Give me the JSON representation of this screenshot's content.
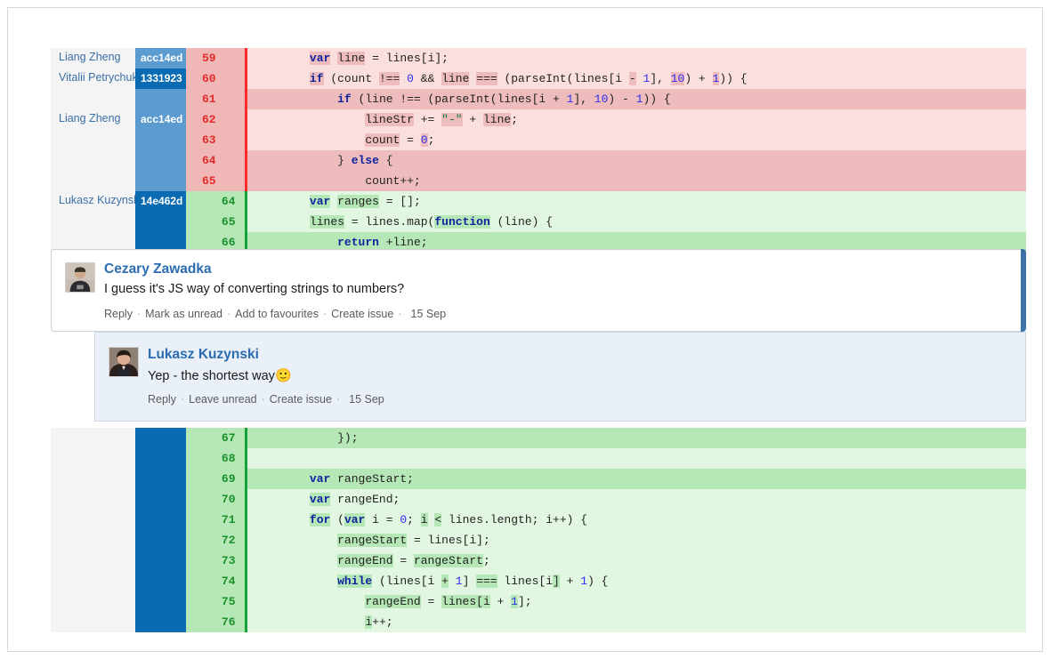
{
  "diff_top": {
    "rows": [
      {
        "author": "Liang Zheng",
        "commit": "acc14ed",
        "commit_shade": "blue-light",
        "num": "59",
        "kind": "del",
        "tokens": [
          {
            "t": "        ",
            "c": "pl"
          },
          {
            "t": "var",
            "c": "kw",
            "h": "hd"
          },
          {
            "t": " ",
            "c": "pl"
          },
          {
            "t": "line",
            "c": "pl",
            "h": "hd"
          },
          {
            "t": " = lines[i];",
            "c": "pl"
          }
        ]
      },
      {
        "author": "Vitalii Petrychuk",
        "commit": "1331923",
        "commit_shade": "blue-dark",
        "num": "60",
        "kind": "del",
        "tokens": [
          {
            "t": "        ",
            "c": "pl"
          },
          {
            "t": "if",
            "c": "kw",
            "h": "hd"
          },
          {
            "t": " (count ",
            "c": "pl"
          },
          {
            "t": "!==",
            "c": "pl",
            "h": "hd"
          },
          {
            "t": " ",
            "c": "pl"
          },
          {
            "t": "0",
            "c": "num"
          },
          {
            "t": " && ",
            "c": "pl"
          },
          {
            "t": "line",
            "c": "pl",
            "h": "hd"
          },
          {
            "t": " ",
            "c": "pl"
          },
          {
            "t": "===",
            "c": "pl",
            "h": "hd"
          },
          {
            "t": " (parseInt(lines[i ",
            "c": "pl"
          },
          {
            "t": "-",
            "c": "pl",
            "h": "hd"
          },
          {
            "t": " ",
            "c": "pl"
          },
          {
            "t": "1",
            "c": "num"
          },
          {
            "t": "], ",
            "c": "pl"
          },
          {
            "t": "10",
            "c": "num",
            "h": "hd"
          },
          {
            "t": ") + ",
            "c": "pl"
          },
          {
            "t": "1",
            "c": "num",
            "h": "hd"
          },
          {
            "t": ")) {",
            "c": "pl"
          }
        ]
      },
      {
        "author": "",
        "commit": "",
        "commit_shade": "blue-light",
        "num": "61",
        "kind": "del",
        "full_highlight": true,
        "tokens": [
          {
            "t": "            ",
            "c": "pl"
          },
          {
            "t": "if",
            "c": "kw"
          },
          {
            "t": " (line ",
            "c": "pl"
          },
          {
            "t": "!==",
            "c": "pl"
          },
          {
            "t": " (parseInt(lines[i + ",
            "c": "pl"
          },
          {
            "t": "1",
            "c": "num"
          },
          {
            "t": "], ",
            "c": "pl"
          },
          {
            "t": "10",
            "c": "num"
          },
          {
            "t": ") ",
            "c": "pl"
          },
          {
            "t": "-",
            "c": "pl"
          },
          {
            "t": " ",
            "c": "pl"
          },
          {
            "t": "1",
            "c": "num"
          },
          {
            "t": ")) {",
            "c": "pl"
          }
        ]
      },
      {
        "author": "Liang Zheng",
        "commit": "acc14ed",
        "commit_shade": "blue-light",
        "num": "62",
        "kind": "del",
        "tokens": [
          {
            "t": "                ",
            "c": "pl"
          },
          {
            "t": "lineStr",
            "c": "pl",
            "h": "hd"
          },
          {
            "t": " += ",
            "c": "pl"
          },
          {
            "t": "\"-\"",
            "c": "str",
            "h": "hd"
          },
          {
            "t": " + ",
            "c": "pl"
          },
          {
            "t": "line",
            "c": "pl",
            "h": "hd"
          },
          {
            "t": ";",
            "c": "pl"
          }
        ]
      },
      {
        "author": "",
        "commit": "",
        "commit_shade": "blue-light",
        "num": "63",
        "kind": "del",
        "tokens": [
          {
            "t": "                ",
            "c": "pl"
          },
          {
            "t": "count",
            "c": "pl",
            "h": "hd"
          },
          {
            "t": " = ",
            "c": "pl"
          },
          {
            "t": "0",
            "c": "num",
            "h": "hd"
          },
          {
            "t": ";",
            "c": "pl"
          }
        ]
      },
      {
        "author": "",
        "commit": "",
        "commit_shade": "blue-light",
        "num": "64",
        "kind": "del",
        "full_highlight": true,
        "tokens": [
          {
            "t": "            } ",
            "c": "pl"
          },
          {
            "t": "else",
            "c": "kw"
          },
          {
            "t": " {",
            "c": "pl"
          }
        ]
      },
      {
        "author": "",
        "commit": "",
        "commit_shade": "blue-light",
        "num": "65",
        "kind": "del",
        "full_highlight": true,
        "tokens": [
          {
            "t": "                count++;",
            "c": "pl"
          }
        ]
      },
      {
        "author": "Lukasz Kuzynski",
        "commit": "14e462d",
        "commit_shade": "blue-dark",
        "num": "64",
        "kind": "add",
        "tokens": [
          {
            "t": "        ",
            "c": "pl"
          },
          {
            "t": "var",
            "c": "kw",
            "h": "ha"
          },
          {
            "t": " ",
            "c": "pl"
          },
          {
            "t": "ranges",
            "c": "pl",
            "h": "ha"
          },
          {
            "t": " = [];",
            "c": "pl"
          }
        ]
      },
      {
        "author": "",
        "commit": "",
        "commit_shade": "blue-dark",
        "num": "65",
        "kind": "add",
        "tokens": [
          {
            "t": "        ",
            "c": "pl"
          },
          {
            "t": "lines",
            "c": "pl",
            "h": "ha"
          },
          {
            "t": " = lines.map(",
            "c": "pl"
          },
          {
            "t": "function",
            "c": "kw",
            "h": "ha"
          },
          {
            "t": " (line) {",
            "c": "pl"
          }
        ]
      },
      {
        "author": "",
        "commit": "",
        "commit_shade": "blue-dark",
        "num": "66",
        "kind": "add",
        "full_highlight": true,
        "tokens": [
          {
            "t": "            ",
            "c": "pl"
          },
          {
            "t": "return",
            "c": "kw"
          },
          {
            "t": " +line;",
            "c": "pl"
          }
        ]
      }
    ]
  },
  "comments": [
    {
      "name": "Cezary Zawadka",
      "text": "I guess it's JS way of converting strings to numbers?",
      "actions": [
        "Reply",
        "Mark as unread",
        "Add to favourites",
        "Create issue"
      ],
      "date": "15 Sep",
      "unread": true
    },
    {
      "name": "Lukasz Kuzynski",
      "text": "Yep - the shortest way",
      "emoji": "🙂",
      "actions": [
        "Reply",
        "Leave unread",
        "Create issue"
      ],
      "date": "15 Sep",
      "unread": false
    }
  ],
  "diff_bottom": {
    "rows": [
      {
        "author": "",
        "commit": "",
        "commit_shade": "blue-dark",
        "num": "67",
        "kind": "add",
        "full_highlight": true,
        "tokens": [
          {
            "t": "            });",
            "c": "pl"
          }
        ]
      },
      {
        "author": "",
        "commit": "",
        "commit_shade": "blue-dark",
        "num": "68",
        "kind": "add",
        "tokens": [
          {
            "t": "",
            "c": "pl"
          }
        ]
      },
      {
        "author": "",
        "commit": "",
        "commit_shade": "blue-dark",
        "num": "69",
        "kind": "add",
        "full_highlight": true,
        "tokens": [
          {
            "t": "        ",
            "c": "pl"
          },
          {
            "t": "var",
            "c": "kw"
          },
          {
            "t": " rangeStart;",
            "c": "pl"
          }
        ]
      },
      {
        "author": "",
        "commit": "",
        "commit_shade": "blue-dark",
        "num": "70",
        "kind": "add",
        "tokens": [
          {
            "t": "        ",
            "c": "pl"
          },
          {
            "t": "var",
            "c": "kw",
            "h": "ha"
          },
          {
            "t": " rangeEnd;",
            "c": "pl"
          }
        ]
      },
      {
        "author": "",
        "commit": "",
        "commit_shade": "blue-dark",
        "num": "71",
        "kind": "add",
        "tokens": [
          {
            "t": "        ",
            "c": "pl"
          },
          {
            "t": "for",
            "c": "kw",
            "h": "ha"
          },
          {
            "t": " (",
            "c": "pl"
          },
          {
            "t": "var",
            "c": "kw",
            "h": "ha"
          },
          {
            "t": " i = ",
            "c": "pl"
          },
          {
            "t": "0",
            "c": "num"
          },
          {
            "t": "; ",
            "c": "pl"
          },
          {
            "t": "i",
            "c": "pl",
            "h": "ha"
          },
          {
            "t": " ",
            "c": "pl"
          },
          {
            "t": "<",
            "c": "pl",
            "h": "ha"
          },
          {
            "t": " lines.length; i++) {",
            "c": "pl"
          }
        ]
      },
      {
        "author": "",
        "commit": "",
        "commit_shade": "blue-dark",
        "num": "72",
        "kind": "add",
        "tokens": [
          {
            "t": "            ",
            "c": "pl"
          },
          {
            "t": "rangeStart",
            "c": "pl",
            "h": "ha"
          },
          {
            "t": " = lines[i];",
            "c": "pl"
          }
        ]
      },
      {
        "author": "",
        "commit": "",
        "commit_shade": "blue-dark",
        "num": "73",
        "kind": "add",
        "tokens": [
          {
            "t": "            ",
            "c": "pl"
          },
          {
            "t": "rangeEnd",
            "c": "pl",
            "h": "ha"
          },
          {
            "t": " = ",
            "c": "pl"
          },
          {
            "t": "rangeStart",
            "c": "pl",
            "h": "ha"
          },
          {
            "t": ";",
            "c": "pl"
          }
        ]
      },
      {
        "author": "",
        "commit": "",
        "commit_shade": "blue-dark",
        "num": "74",
        "kind": "add",
        "tokens": [
          {
            "t": "            ",
            "c": "pl"
          },
          {
            "t": "while",
            "c": "kw",
            "h": "ha"
          },
          {
            "t": " (lines[i ",
            "c": "pl"
          },
          {
            "t": "+",
            "c": "pl",
            "h": "ha"
          },
          {
            "t": " ",
            "c": "pl"
          },
          {
            "t": "1",
            "c": "num"
          },
          {
            "t": "] ",
            "c": "pl"
          },
          {
            "t": "===",
            "c": "pl",
            "h": "ha"
          },
          {
            "t": " lines[i",
            "c": "pl"
          },
          {
            "t": "]",
            "c": "pl",
            "h": "ha"
          },
          {
            "t": " + ",
            "c": "pl"
          },
          {
            "t": "1",
            "c": "num"
          },
          {
            "t": ") {",
            "c": "pl"
          }
        ]
      },
      {
        "author": "",
        "commit": "",
        "commit_shade": "blue-dark",
        "num": "75",
        "kind": "add",
        "tokens": [
          {
            "t": "                ",
            "c": "pl"
          },
          {
            "t": "rangeEnd",
            "c": "pl",
            "h": "ha"
          },
          {
            "t": " = ",
            "c": "pl"
          },
          {
            "t": "lines[i",
            "c": "pl",
            "h": "ha"
          },
          {
            "t": " + ",
            "c": "pl"
          },
          {
            "t": "1",
            "c": "num",
            "h": "ha"
          },
          {
            "t": "];",
            "c": "pl"
          }
        ]
      },
      {
        "author": "",
        "commit": "",
        "commit_shade": "blue-dark",
        "num": "76",
        "kind": "add",
        "tokens": [
          {
            "t": "                ",
            "c": "pl"
          },
          {
            "t": "i",
            "c": "pl",
            "h": "ha"
          },
          {
            "t": "++;",
            "c": "pl"
          }
        ]
      }
    ]
  },
  "colors": {
    "commit_light_blue": "#5b9bd0",
    "commit_dark_blue": "#0a6bb2",
    "deleted_bg": "#fbdede",
    "deleted_gutter": "#f0b7b7",
    "deleted_word": "#eebcbc",
    "added_bg": "#e2f7e2",
    "added_gutter": "#b6e7b6",
    "added_word": "#b6e7b6",
    "author_bg": "#f4f4f4",
    "link_blue": "#2b6cb0",
    "unread_bar": "#3c72a8",
    "nested_comment_bg": "#e9f0f8"
  }
}
